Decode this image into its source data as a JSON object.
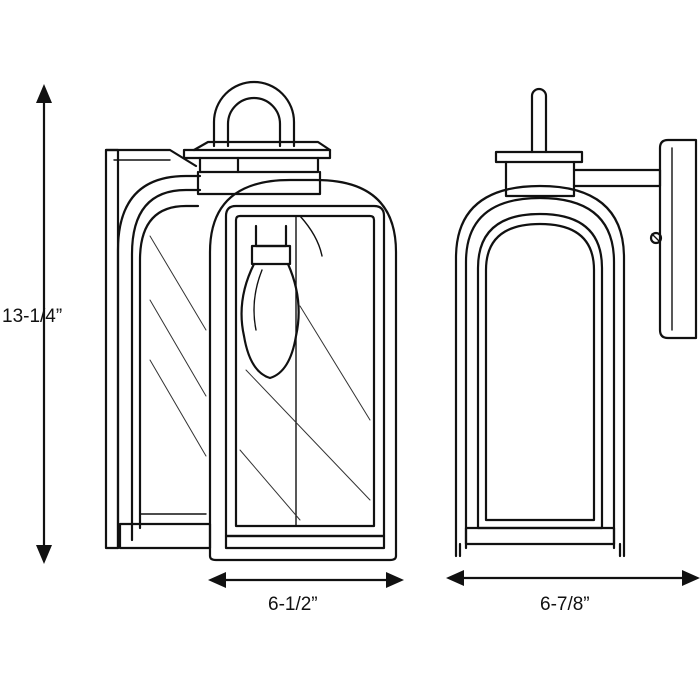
{
  "dimensions": {
    "height": "13-1/4”",
    "front_width": "6-1/2”",
    "side_depth": "6-7/8”"
  }
}
